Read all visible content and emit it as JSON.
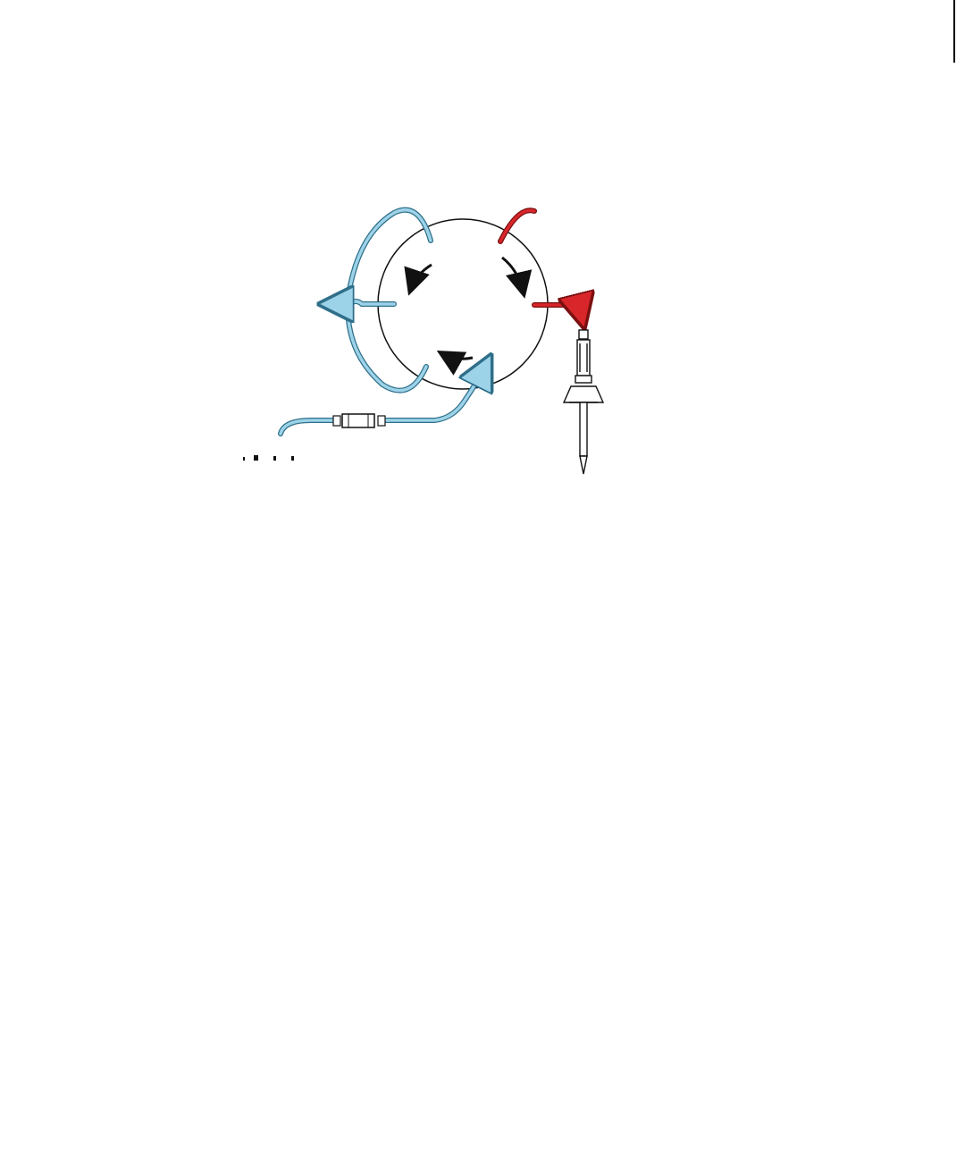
{
  "diagram": {
    "colors": {
      "line": "#111111",
      "blue_tube_outer": "#2f6f8a",
      "blue_tube_fill": "#9dd3e8",
      "red_tube_outer": "#7a1010",
      "red_tube_fill": "#d8262a",
      "background": "#ffffff"
    },
    "components": {
      "valve": "rotary-valve-circle",
      "flow_arrows": [
        "flow-arrow-upper-left",
        "flow-arrow-upper-right",
        "flow-arrow-bottom"
      ],
      "blue_lines": [
        "blue-loop-line",
        "blue-waste-line",
        "blue-inlet-line"
      ],
      "red_lines": [
        "red-inlet-line",
        "red-outlet-line"
      ],
      "fittings": [
        "inline-filter-fitting",
        "needle-syringe"
      ]
    }
  }
}
